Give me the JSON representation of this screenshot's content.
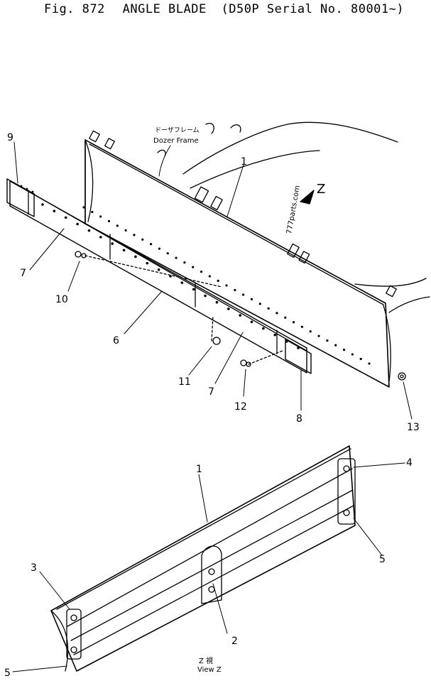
{
  "title": {
    "figure": "Fig. 872",
    "name": "ANGLE BLADE",
    "serial": "(D50P Serial No. 80001~)"
  },
  "labels": {
    "dozer_frame_jp": "ドーザフレーム",
    "dozer_frame_en": "Dozer Frame",
    "view_z_jp": "Z 視",
    "view_z_en": "View Z",
    "z_arrow": "Z",
    "watermark": "777parts.com"
  },
  "callouts": {
    "c1_top": "1",
    "c6": "6",
    "c7a": "7",
    "c7b": "7",
    "c8": "8",
    "c9": "9",
    "c10": "10",
    "c11": "11",
    "c12": "12",
    "c13": "13",
    "c1_bottom": "1",
    "c2": "2",
    "c3": "3",
    "c4": "4",
    "c5a": "5",
    "c5b": "5"
  },
  "colors": {
    "ink": "#000000",
    "paper": "#ffffff"
  }
}
